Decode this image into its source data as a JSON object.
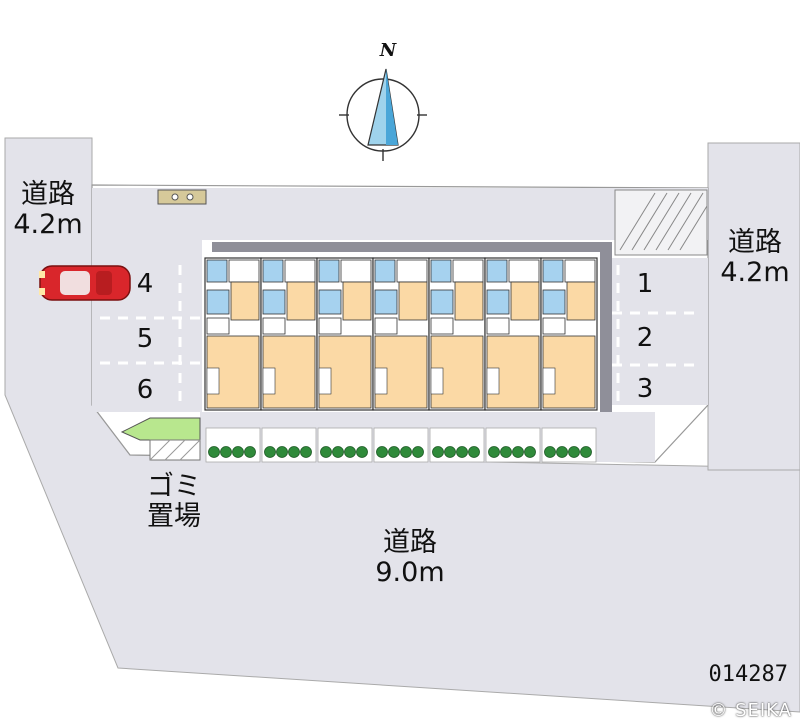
{
  "compass": {
    "north_label": "N"
  },
  "roads": {
    "left": {
      "name": "道路",
      "width": "4.2m"
    },
    "right": {
      "name": "道路",
      "width": "4.2m"
    },
    "bottom": {
      "name": "道路",
      "width": "9.0m"
    }
  },
  "parking": {
    "left_spaces": [
      "4",
      "5",
      "6"
    ],
    "right_spaces": [
      "1",
      "2",
      "3"
    ],
    "occupied_space": "4"
  },
  "garbage_area": {
    "line1": "ゴミ",
    "line2": "置場"
  },
  "building": {
    "unit_count": 7
  },
  "property_id": "014287",
  "copyright": "© SEIKA",
  "colors": {
    "road": "#e3e3ea",
    "lot": "#ffffff",
    "room_floor": "#fbd9a5",
    "bath": "#a6d2ef",
    "shadow": "#8f8f99",
    "shrub": "#2f8a3a",
    "car": "#d9262b",
    "hedge": "#b8e78e"
  }
}
